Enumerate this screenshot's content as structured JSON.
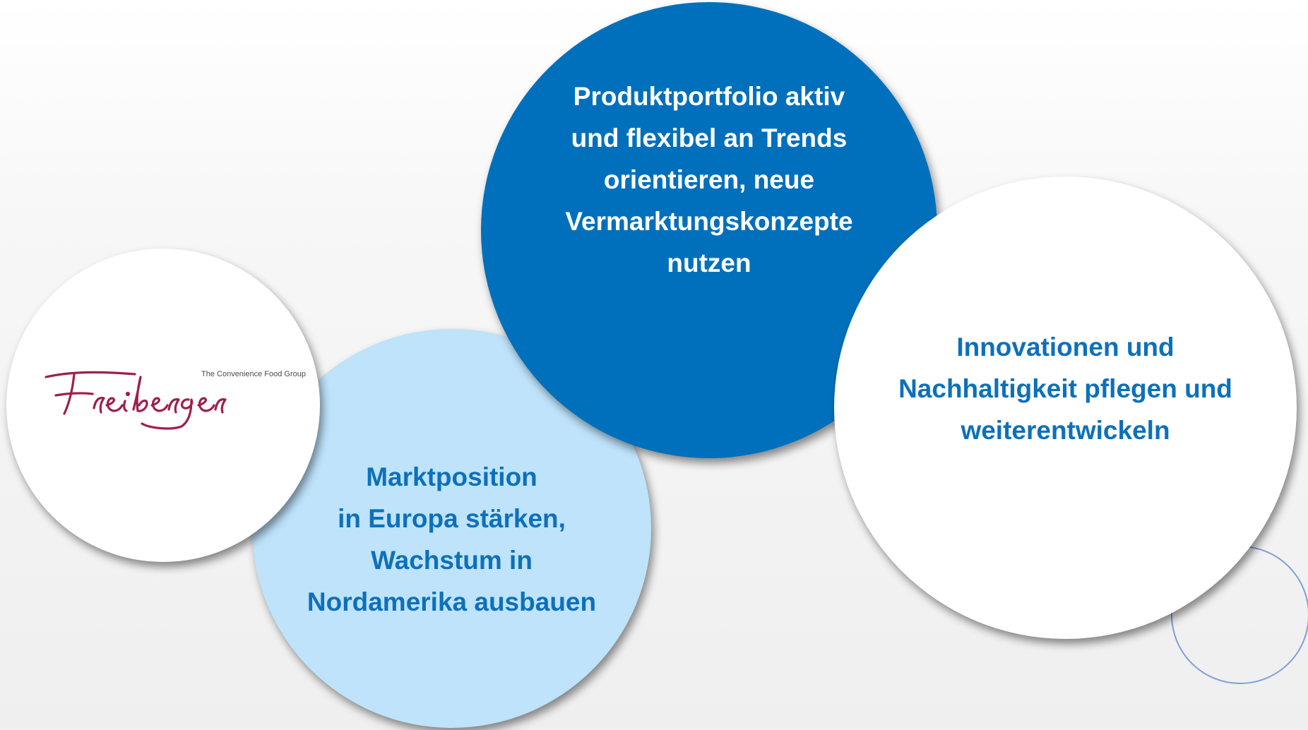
{
  "logo": {
    "name": "Freiberger",
    "tagline": "The Convenience Food Group",
    "color": "#9e1f4c"
  },
  "circles": {
    "market": {
      "text": "Marktposition\nin Europa stärken,\nWachstum in\nNordamerika ausbauen",
      "color": "#bee3fb",
      "text_color": "#0d70bb"
    },
    "product": {
      "text": "Produktportfolio aktiv\nund flexibel an Trends\norientieren, neue\nVermarktungskonzepte\nnutzen",
      "color": "#0070bc",
      "text_color": "#ffffff"
    },
    "innovation": {
      "text": "Innovationen und\nNachhaltigkeit pflegen und\nweiterentwickeln",
      "color": "#ffffff",
      "text_color": "#0d70bb"
    }
  }
}
